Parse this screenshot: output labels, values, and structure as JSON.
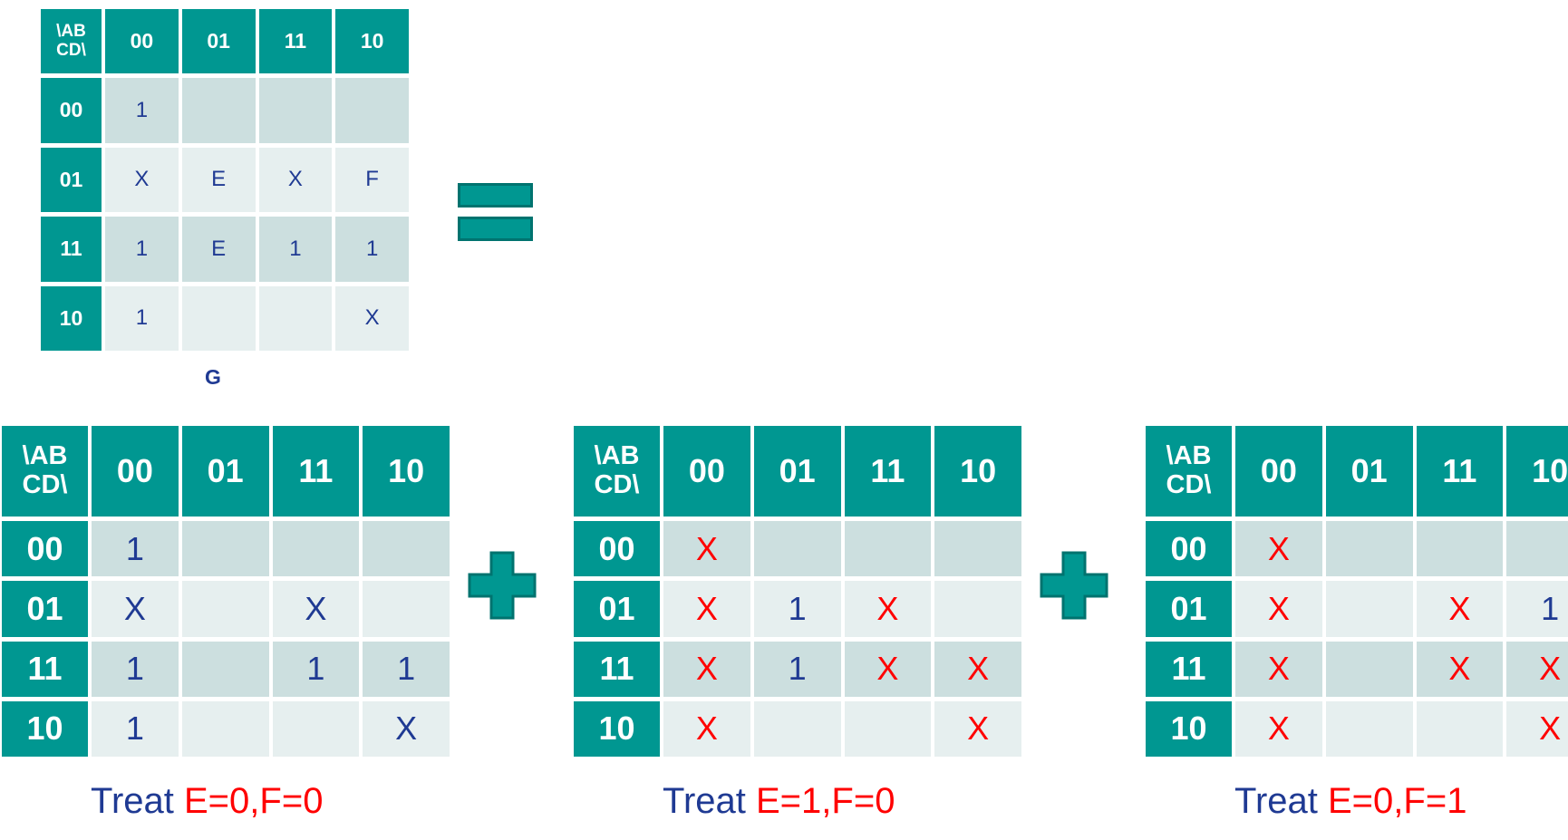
{
  "corner_label_line1": "\\AB",
  "corner_label_line2": "CD\\",
  "col_headers": [
    "00",
    "01",
    "11",
    "10"
  ],
  "row_headers": [
    "00",
    "01",
    "11",
    "10"
  ],
  "map_g": {
    "label": "G",
    "cells": [
      [
        "1",
        "",
        "",
        ""
      ],
      [
        "X",
        "E",
        "X",
        "F"
      ],
      [
        "1",
        "E",
        "1",
        "1"
      ],
      [
        "1",
        "",
        "",
        "X"
      ]
    ]
  },
  "maps": [
    {
      "caption_prefix": "Treat ",
      "caption_condition": "E=0,F=0",
      "cells": [
        [
          {
            "v": "1"
          },
          {
            "v": ""
          },
          {
            "v": ""
          },
          {
            "v": ""
          }
        ],
        [
          {
            "v": "X"
          },
          {
            "v": ""
          },
          {
            "v": "X"
          },
          {
            "v": ""
          }
        ],
        [
          {
            "v": "1"
          },
          {
            "v": ""
          },
          {
            "v": "1"
          },
          {
            "v": "1"
          }
        ],
        [
          {
            "v": "1"
          },
          {
            "v": ""
          },
          {
            "v": ""
          },
          {
            "v": "X"
          }
        ]
      ]
    },
    {
      "caption_prefix": "Treat ",
      "caption_condition": "E=1,F=0",
      "cells": [
        [
          {
            "v": "X",
            "red": true
          },
          {
            "v": ""
          },
          {
            "v": ""
          },
          {
            "v": ""
          }
        ],
        [
          {
            "v": "X",
            "red": true
          },
          {
            "v": "1"
          },
          {
            "v": "X",
            "red": true
          },
          {
            "v": ""
          }
        ],
        [
          {
            "v": "X",
            "red": true
          },
          {
            "v": "1"
          },
          {
            "v": "X",
            "red": true
          },
          {
            "v": "X",
            "red": true
          }
        ],
        [
          {
            "v": "X",
            "red": true
          },
          {
            "v": ""
          },
          {
            "v": ""
          },
          {
            "v": "X",
            "red": true
          }
        ]
      ]
    },
    {
      "caption_prefix": "Treat ",
      "caption_condition": "E=0,F=1",
      "cells": [
        [
          {
            "v": "X",
            "red": true
          },
          {
            "v": ""
          },
          {
            "v": ""
          },
          {
            "v": ""
          }
        ],
        [
          {
            "v": "X",
            "red": true
          },
          {
            "v": ""
          },
          {
            "v": "X",
            "red": true
          },
          {
            "v": "1"
          }
        ],
        [
          {
            "v": "X",
            "red": true
          },
          {
            "v": ""
          },
          {
            "v": "X",
            "red": true
          },
          {
            "v": "X",
            "red": true
          }
        ],
        [
          {
            "v": "X",
            "red": true
          },
          {
            "v": ""
          },
          {
            "v": ""
          },
          {
            "v": "X",
            "red": true
          }
        ]
      ]
    }
  ],
  "colors": {
    "header_teal": "#009791",
    "cell_dark": "#ccdfdf",
    "cell_light": "#e6efef",
    "text_blue": "#1f3a93",
    "text_red": "#ff0000"
  }
}
